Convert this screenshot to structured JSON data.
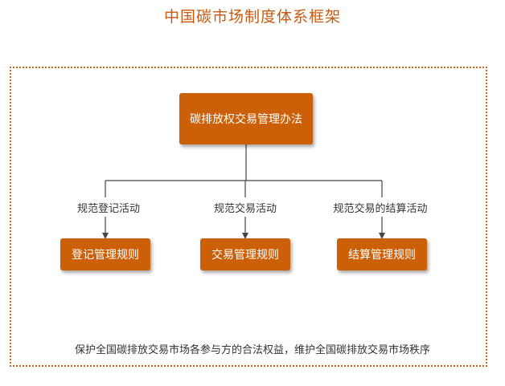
{
  "title": "中国碳市场制度体系框架",
  "top_node": {
    "label": "碳排放权交易管理办法"
  },
  "branches": [
    {
      "edge_label": "规范登记活动",
      "node_label": "登记管理规则"
    },
    {
      "edge_label": "规范交易活动",
      "node_label": "交易管理规则"
    },
    {
      "edge_label": "规范交易的结算活动",
      "node_label": "结算管理规则"
    }
  ],
  "footer": "保护全国碳排放交易市场各参与方的合法权益，维护全国碳排放交易市场秩序",
  "colors": {
    "accent": "#cc6009",
    "title": "#c85a10",
    "frame": "#c8651c",
    "text": "#333333"
  }
}
